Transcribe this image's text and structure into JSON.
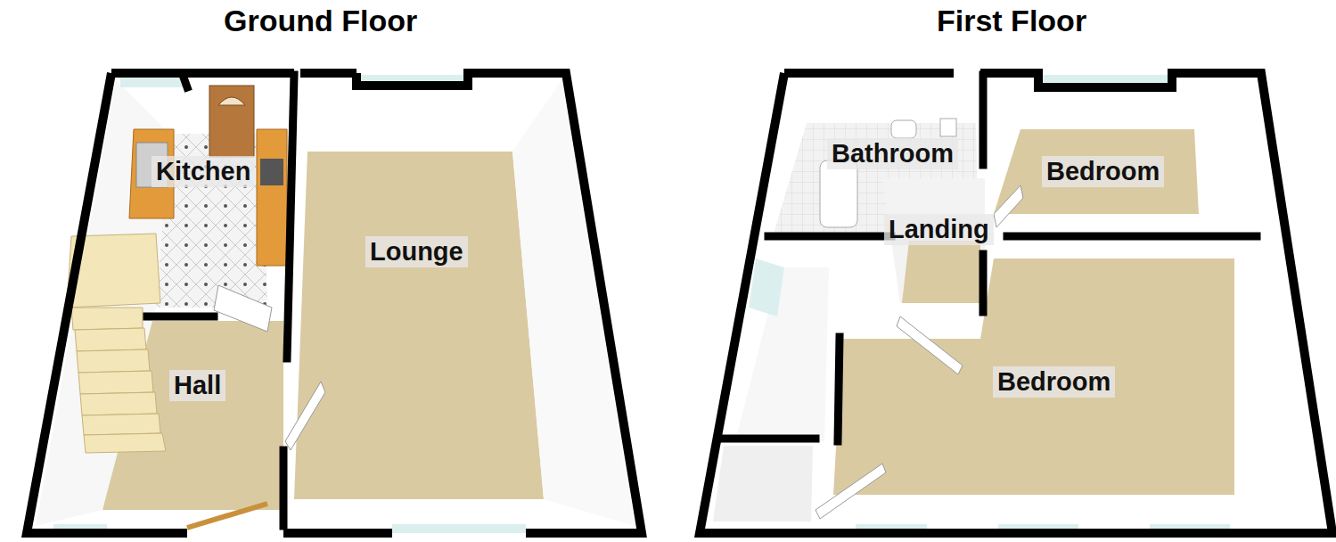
{
  "diagram": {
    "nodes": [
      {
        "text": [
          "Ground Floor"
        ]
      },
      {
        "text": [
          "Kitchen"
        ],
        "in": 0
      },
      {
        "text": [
          "Lounge"
        ],
        "in": 0
      },
      {
        "text": [
          "Hall"
        ],
        "in": 0
      },
      {
        "text": [
          "First Floor"
        ]
      },
      {
        "text": [
          "Bathroom"
        ],
        "in": 4
      },
      {
        "text": [
          "Bedroom"
        ],
        "in": 4
      },
      {
        "text": [
          "Landing"
        ],
        "in": 4
      },
      {
        "text": [
          "Bedroom"
        ],
        "in": 4
      }
    ]
  }
}
